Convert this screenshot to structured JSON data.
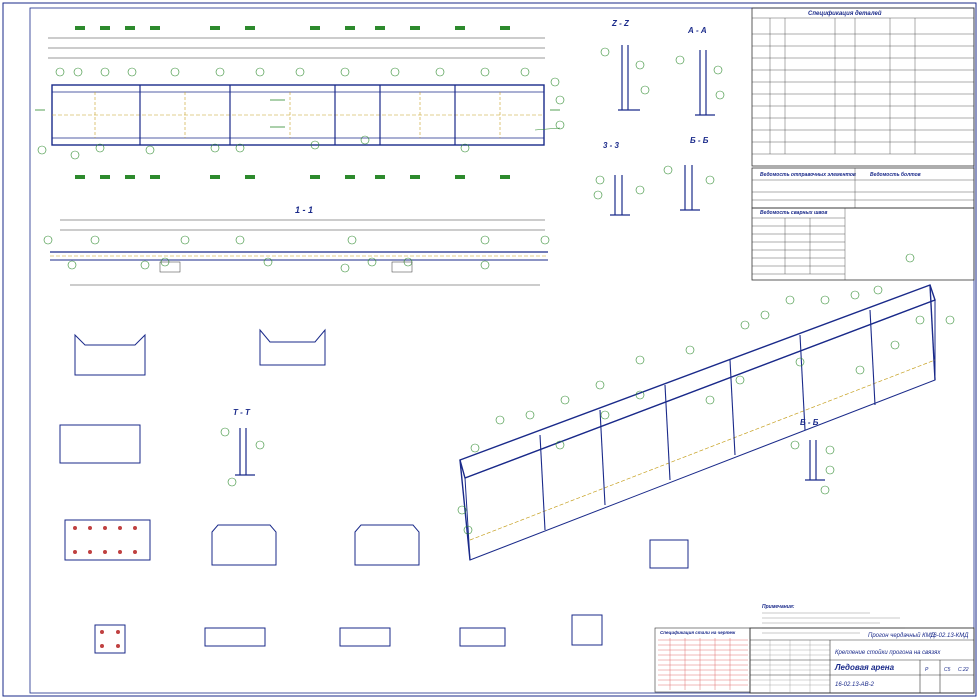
{
  "sheet": {
    "sections": {
      "zz": "Z - Z",
      "aa": "А - А",
      "ss": "3 - 3",
      "bb": "Б - Б",
      "s11": "1 - 1",
      "tt": "Т - Т",
      "bb2": "Б - Б"
    },
    "tables": {
      "spec_title": "Спецификация деталей",
      "bolts_title": "Ведомость отправочных элементов",
      "welds_title": "Ведомость сварных швов",
      "bolts2_title": "Ведомость болтов"
    },
    "notes_title": "Примечания:",
    "stamp_table_title": "Спецификация стали на чертеж",
    "title_block": {
      "project": "Прогон чердачный КМД",
      "code_top": "16-02.13-КМД",
      "drawing_title": "Ледовая арена",
      "element_title": "Крепление стойки прогона на связях",
      "code_bottom": "16-02.13-АВ-2",
      "stage": "Р",
      "sheet": "С5",
      "sheets": "С.22"
    }
  }
}
